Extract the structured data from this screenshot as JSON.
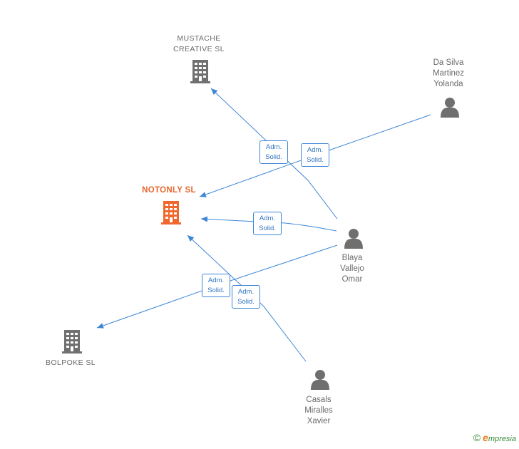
{
  "colors": {
    "edge": "#3e86d6",
    "company": "#707070",
    "focus_company": "#f0682e",
    "person": "#6f6f6f"
  },
  "nodes": {
    "mustache": {
      "label": "MUSTACHE\nCREATIVE SL",
      "icon": "building-icon"
    },
    "notonly": {
      "label": "NOTONLY  SL",
      "icon": "building-icon"
    },
    "bolpoke": {
      "label": "BOLPOKE  SL",
      "icon": "building-icon"
    },
    "dasilva": {
      "label": "Da Silva\nMartinez\nYolanda",
      "icon": "person-icon"
    },
    "blaya": {
      "label": "Blaya\nVallejo\nOmar",
      "icon": "person-icon"
    },
    "casals": {
      "label": "Casals\nMiralles\nXavier",
      "icon": "person-icon"
    }
  },
  "edges": [
    {
      "id": "blaya-mustache",
      "label": "Adm.\nSolid."
    },
    {
      "id": "dasilva-notonly",
      "label": "Adm.\nSolid."
    },
    {
      "id": "blaya-notonly",
      "label": "Adm.\nSolid."
    },
    {
      "id": "blaya-bolpoke",
      "label": "Adm.\nSolid."
    },
    {
      "id": "casals-notonly",
      "label": "Adm.\nSolid."
    }
  ],
  "footer": {
    "copyright": "©",
    "brand_initial": "e",
    "brand_rest": "mpresia"
  }
}
